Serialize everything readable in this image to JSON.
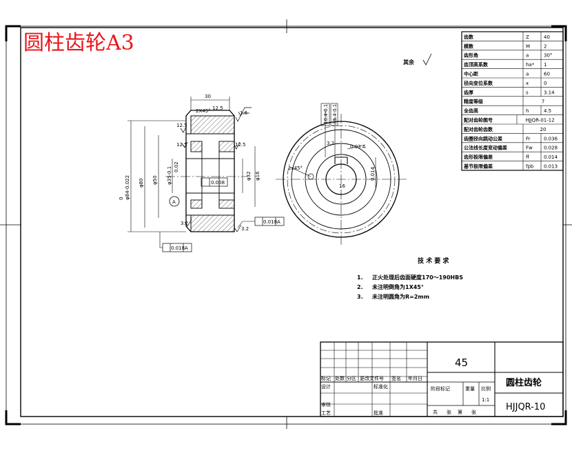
{
  "drawing_title": "圆柱齿轮A3",
  "colors": {
    "title_red": "#e8161c",
    "line": "#000000"
  },
  "roughness_other": "其余",
  "gear_params": [
    {
      "name": "齿数",
      "symbol": "Z",
      "value": "40"
    },
    {
      "name": "模数",
      "symbol": "M",
      "value": "2"
    },
    {
      "name": "齿形角",
      "symbol": "a",
      "value": "30°"
    },
    {
      "name": "齿顶高系数",
      "symbol": "ha*",
      "value": "1"
    },
    {
      "name": "中心距",
      "symbol": "a",
      "value": "60"
    },
    {
      "name": "径向变位系数",
      "symbol": "x",
      "value": "0"
    },
    {
      "name": "齿厚",
      "symbol": "s",
      "value": "3.14"
    },
    {
      "name": "精度等级",
      "symbol": "",
      "value": "7"
    },
    {
      "name": "全齿高",
      "symbol": "h",
      "value": "4.5"
    },
    {
      "name": "配对齿轮图号",
      "symbol": "",
      "value": "HJJQR-01-12"
    },
    {
      "name": "配对齿轮齿数",
      "symbol": "",
      "value": "20"
    },
    {
      "name": "齿圈径向跳动公差",
      "symbol": "Fr",
      "value": "0.036"
    },
    {
      "name": "公法线长度变动偏差",
      "symbol": "Fw",
      "value": "0.028"
    },
    {
      "name": "齿形极限偏差",
      "symbol": "ff",
      "value": "0.014"
    },
    {
      "name": "基节极限偏差",
      "symbol": "fpb",
      "value": "0.013"
    }
  ],
  "tech_req": {
    "title": "技 术 要 求",
    "items": [
      {
        "num": "1.",
        "text": "正火处理后齿面硬度170～190HBS"
      },
      {
        "num": "2.",
        "text": "未注明倒角为1X45°"
      },
      {
        "num": "3.",
        "text": "未注明圆角为R=2mm"
      }
    ]
  },
  "section_view": {
    "dim_width": "30",
    "chamfer": "2X45°",
    "rough_a": "12.5",
    "rough_b": "1.6",
    "rough_c": "12.5",
    "rough_d": "12.5",
    "rough_e": "12.5",
    "rough_f": "3.2",
    "rough_g": "3.2",
    "dim_od_tol": "0\nφ84-0.022",
    "dim_d80": "φ80",
    "dim_d50": "φ50",
    "dim_bore": "φ32",
    "dim_bore2": "φ16",
    "tol_002": "0.02",
    "tol_bore": "φ35-0.1",
    "flatness": "0.008",
    "datum": "A",
    "runout_right": "0.018",
    "runout_bottom": "0.018"
  },
  "end_view": {
    "dim_key_h": "10.4-0.1",
    "dim_key_w": "35.4-0.1",
    "dim_key_r": "3.2",
    "tol_kw": "0.03 A",
    "tol_kw2": "0.014",
    "chamfer_small": "1x45°",
    "dim_len": "16"
  },
  "title_block": {
    "material": "45",
    "part_name": "圆柱齿轮",
    "drawing_no": "HJJQR-10",
    "scale_value": "1:1",
    "labels": {
      "mark": "标记",
      "count": "处数",
      "zone": "分区",
      "change_doc": "更改文件号",
      "sign": "签名",
      "date": "年月日",
      "design": "设计",
      "std": "标准化",
      "stage_mark": "阶段标记",
      "weight": "重量",
      "scale": "比例",
      "review": "审核",
      "craft": "工艺",
      "approve": "批准",
      "total": "共",
      "sheets": "张",
      "page": "第",
      "page_sheet": "张"
    }
  }
}
